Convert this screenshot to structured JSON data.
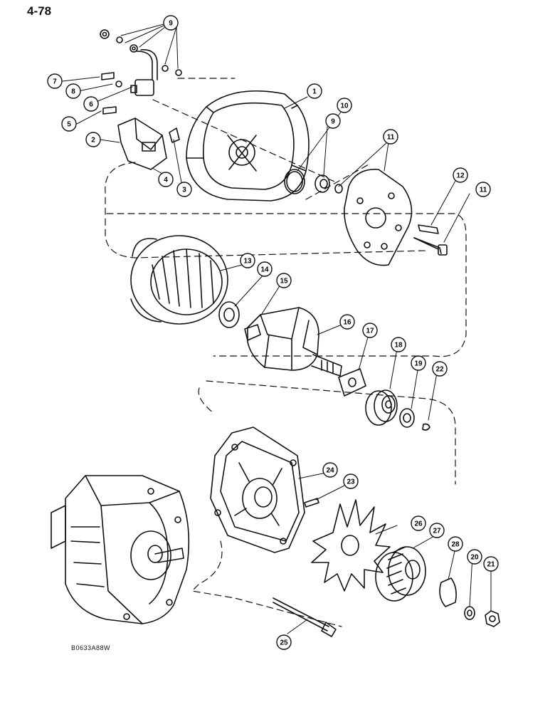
{
  "page_number": "4-78",
  "figure_code": "B0633A88W",
  "callouts": [
    {
      "id": "c1",
      "label": "1"
    },
    {
      "id": "c2",
      "label": "2"
    },
    {
      "id": "c3",
      "label": "3"
    },
    {
      "id": "c4",
      "label": "4"
    },
    {
      "id": "c5",
      "label": "5"
    },
    {
      "id": "c6",
      "label": "6"
    },
    {
      "id": "c7",
      "label": "7"
    },
    {
      "id": "c8",
      "label": "8"
    },
    {
      "id": "c9a",
      "label": "9"
    },
    {
      "id": "c9b",
      "label": "9"
    },
    {
      "id": "c10",
      "label": "10"
    },
    {
      "id": "c11a",
      "label": "11"
    },
    {
      "id": "c11b",
      "label": "11"
    },
    {
      "id": "c12",
      "label": "12"
    },
    {
      "id": "c13",
      "label": "13"
    },
    {
      "id": "c14",
      "label": "14"
    },
    {
      "id": "c15",
      "label": "15"
    },
    {
      "id": "c16",
      "label": "16"
    },
    {
      "id": "c17",
      "label": "17"
    },
    {
      "id": "c18",
      "label": "18"
    },
    {
      "id": "c19",
      "label": "19"
    },
    {
      "id": "c22",
      "label": "22"
    },
    {
      "id": "c23",
      "label": "23"
    },
    {
      "id": "c24",
      "label": "24"
    },
    {
      "id": "c25",
      "label": "25"
    },
    {
      "id": "c26",
      "label": "26"
    },
    {
      "id": "c27",
      "label": "27"
    },
    {
      "id": "c28",
      "label": "28"
    },
    {
      "id": "c20",
      "label": "20"
    },
    {
      "id": "c21",
      "label": "21"
    }
  ]
}
